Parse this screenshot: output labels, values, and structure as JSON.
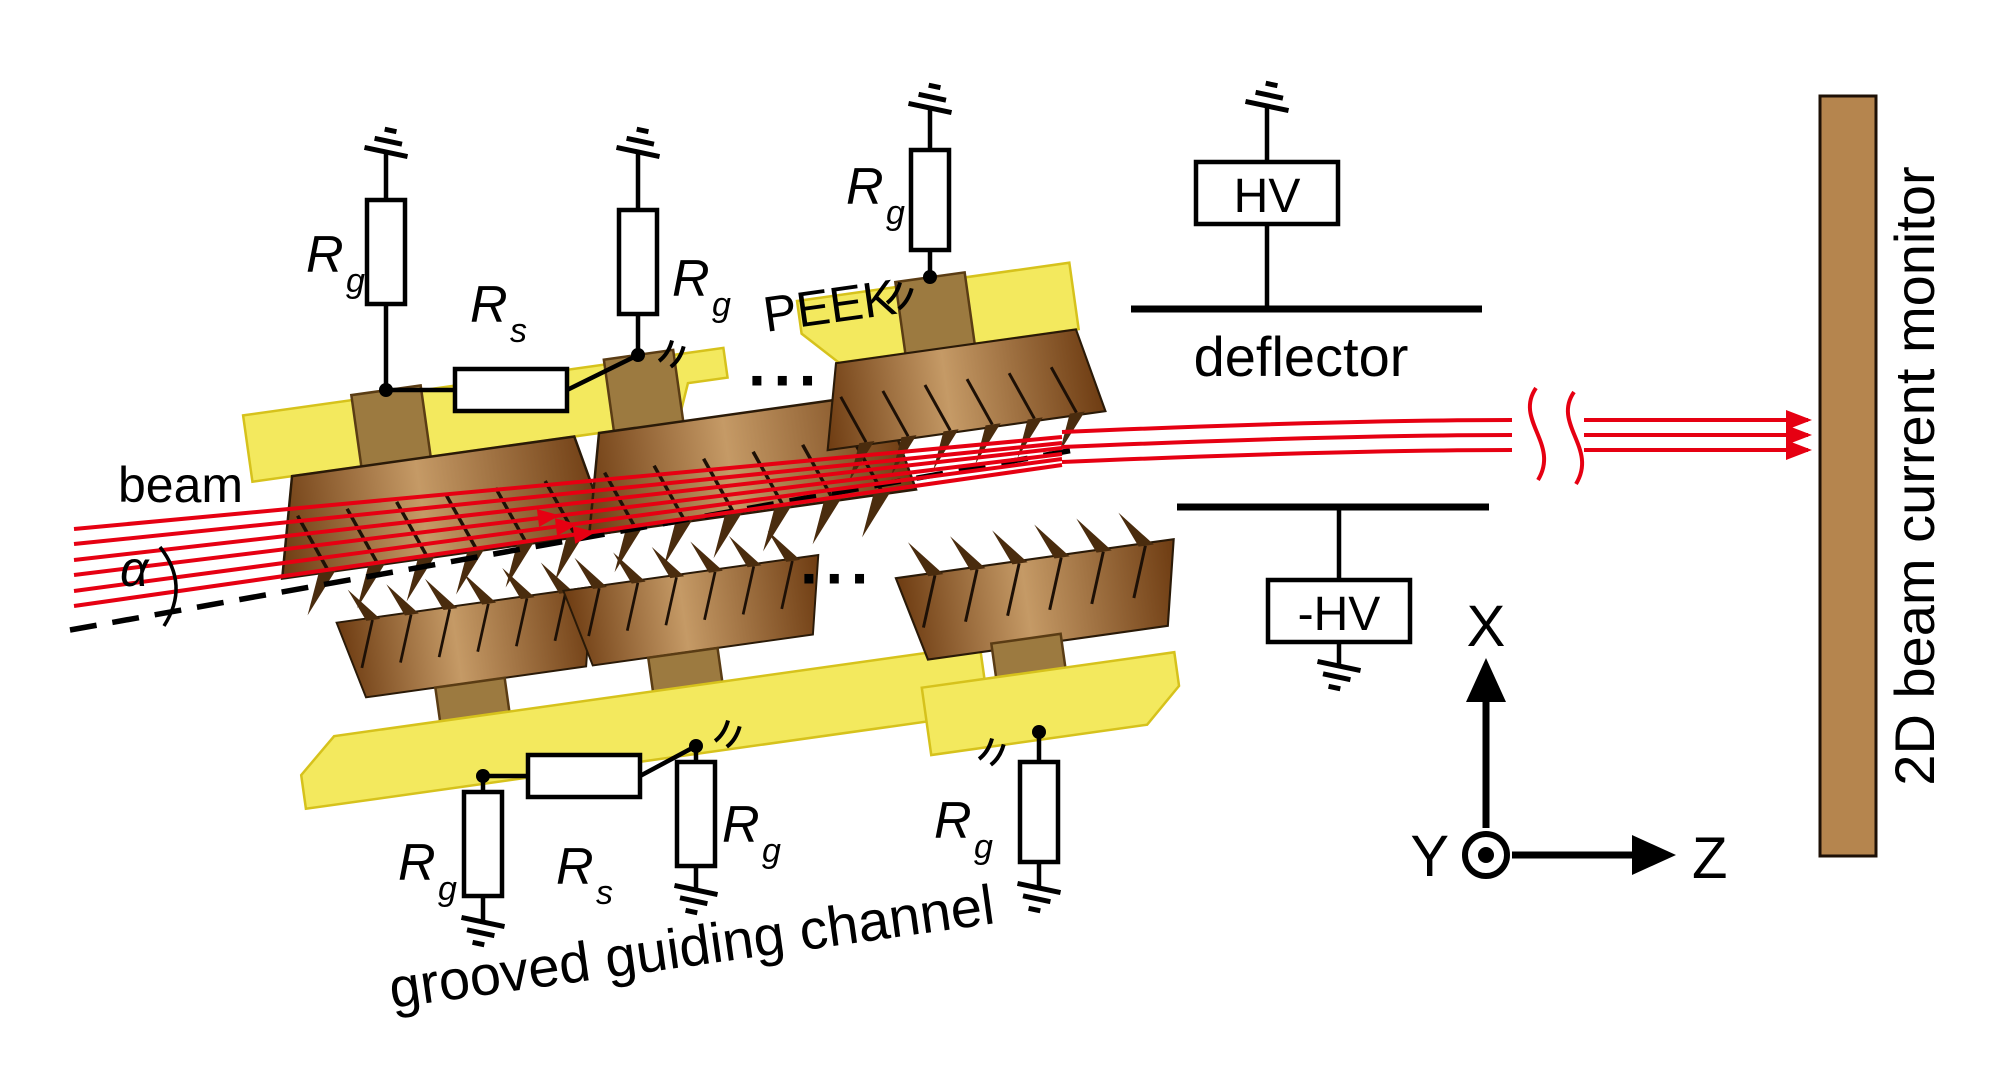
{
  "labels": {
    "beam": "beam",
    "alpha": "α",
    "peek": "PEEK",
    "dots": "···",
    "deflector": "deflector",
    "hv": "HV",
    "neg_hv": "-HV",
    "channel": "grooved guiding channel",
    "monitor": "2D beam current monitor",
    "axis_x": "X",
    "axis_y": "Y",
    "axis_z": "Z",
    "resistor": "R",
    "sub_gap": "g",
    "sub_series": "s"
  },
  "colors": {
    "beam_red": "#e60012",
    "peek_yellow": "#f3e95e",
    "electrode_brown_dark": "#6e3c12",
    "electrode_brown_light": "#c59a66",
    "monitor_brown": "#b5854e",
    "line_black": "#000000"
  }
}
